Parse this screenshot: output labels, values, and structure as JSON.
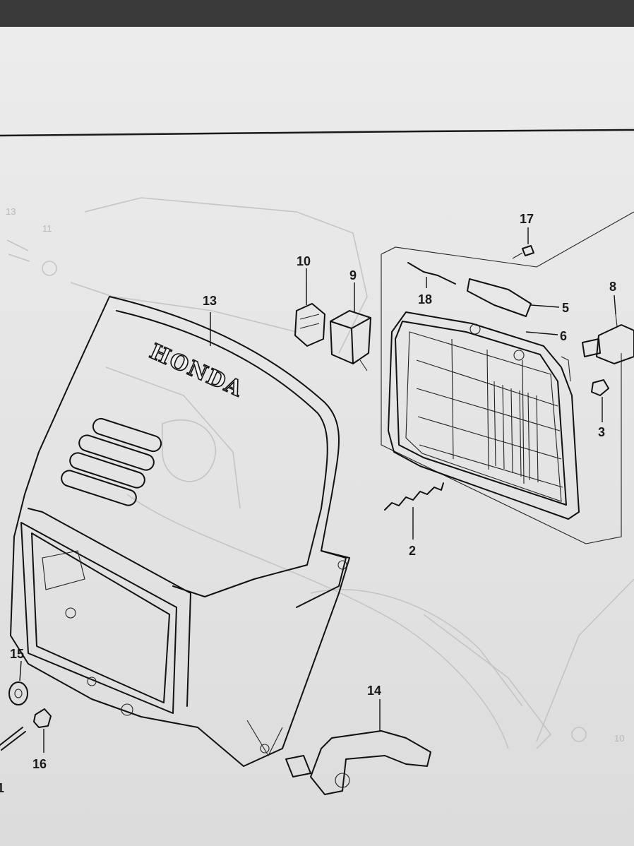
{
  "brand_text": "HONDA",
  "callouts": {
    "p2": "2",
    "p3": "3",
    "p5": "5",
    "p6": "6",
    "p8": "8",
    "p9": "9",
    "p10": "10",
    "p13": "13",
    "p14": "14",
    "p15": "15",
    "p16": "16",
    "p17": "17",
    "p18": "18",
    "p1_partial": "1"
  },
  "ghost_callouts": {
    "g13": "13",
    "g11": "11",
    "g10": "10"
  },
  "colors": {
    "paper": "#e8e8e8",
    "ink": "#111111",
    "ghost_ink": "#c4c4c4",
    "background": "#3a3a3a"
  }
}
